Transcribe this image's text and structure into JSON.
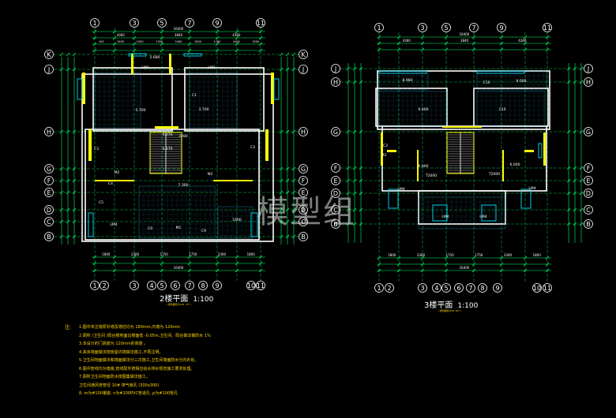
{
  "colors": {
    "background": "#000000",
    "wall": "#ffffff",
    "wall_fill": "#ffff00",
    "axis": "#00ff66",
    "dimension": "#00ff66",
    "grid": "#30c8ff",
    "window": "#00e0ff",
    "text": "#ffffff",
    "note": "#ffd400"
  },
  "plans": [
    {
      "id": "second-floor",
      "title": "2楼平面",
      "scale": "1:100",
      "subtitle": "(建筑面积为139.7m²)",
      "top_axes": [
        "1",
        "3",
        "5",
        "7",
        "9",
        "11"
      ],
      "bottom_axes": [
        "1",
        "2",
        "3",
        "4",
        "5",
        "6",
        "7",
        "8",
        "9",
        "10",
        "11"
      ],
      "left_axes": [
        "K",
        "J",
        "H",
        "G",
        "F",
        "E",
        "D",
        "C",
        "B"
      ],
      "right_axes": [
        "K",
        "J",
        "H",
        "G",
        "F",
        "E",
        "D",
        "C",
        "B"
      ],
      "top_total": "16400",
      "top_dims_1": [
        "4360",
        "3840",
        "4360"
      ],
      "top_dims_2": [
        "100",
        "2400",
        "1500",
        "1760",
        "2400",
        "1500",
        "1760",
        "2400",
        "1500"
      ],
      "bottom_dims": [
        "1800",
        "3300",
        "1750",
        "1750",
        "3300",
        "1800"
      ],
      "bottom_total": "16400",
      "labels": [
        "5.680",
        "LM2",
        "5.700",
        "LM2",
        "3.700",
        "C1",
        "C3",
        "C4",
        "4.070",
        "3.270",
        "2280",
        "C3",
        "M2",
        "M2",
        "7.300",
        "C5",
        "C9",
        "M1",
        "C9",
        "1600",
        "LM4"
      ]
    },
    {
      "id": "third-floor",
      "title": "3楼平面",
      "scale": "1:100",
      "subtitle": "(建筑面积为91.8m²)",
      "top_axes": [
        "1",
        "3",
        "5",
        "7",
        "9",
        "11"
      ],
      "bottom_axes": [
        "1",
        "2",
        "3",
        "4",
        "5",
        "6",
        "7",
        "8",
        "9",
        "10",
        "11"
      ],
      "left_axes": [
        "J",
        "H",
        "G",
        "F",
        "E",
        "D",
        "C",
        "B"
      ],
      "right_axes": [
        "J",
        "H",
        "G",
        "F",
        "E",
        "D",
        "C",
        "B"
      ],
      "top_total": "16400",
      "top_dims_1": [
        "4360",
        "3840",
        "4360"
      ],
      "bottom_dims": [
        "1800",
        "3300",
        "1750",
        "1750",
        "3300",
        "1800"
      ],
      "bottom_total": "16400",
      "labels": [
        "8.980",
        "C10",
        "9.000",
        "C10",
        "9.000",
        "M2",
        "C3",
        "LM4",
        "LM4",
        "LM4",
        "LM4",
        "T2000",
        "T2000",
        "6.000",
        "6.000"
      ]
    }
  ],
  "watermark": "模型组",
  "notes": {
    "heading": "注:",
    "lines": [
      "1.图中未注墙厚外墙及墙柱均为   180mm,内墙为  120mm",
      "2.厕所  /卫生间  /阳台楼地面比楼面低   -0.05m,卫生间、阳台做法做防水   1%",
      "3.本设计的门高度为      120mm的高度 。",
      "4.其余墙面做法按房屋内墙做法施工,不再注明。",
      "5.卫生间地面做法和墙面做法分三次施工,卫生间墙面防水分内外处。",
      "6.图中管线均为暗装,管线配件按相应给水排水规范施工要求处理。",
      "7.厕所卫生间地面防水按图集做法施工。",
      "  卫生间通风管管径         10#  排气扇孔   (300x300)",
      "8.  m为#100镶瓷,  n为#100PVC管道孔  ,p为#100管孔"
    ]
  }
}
